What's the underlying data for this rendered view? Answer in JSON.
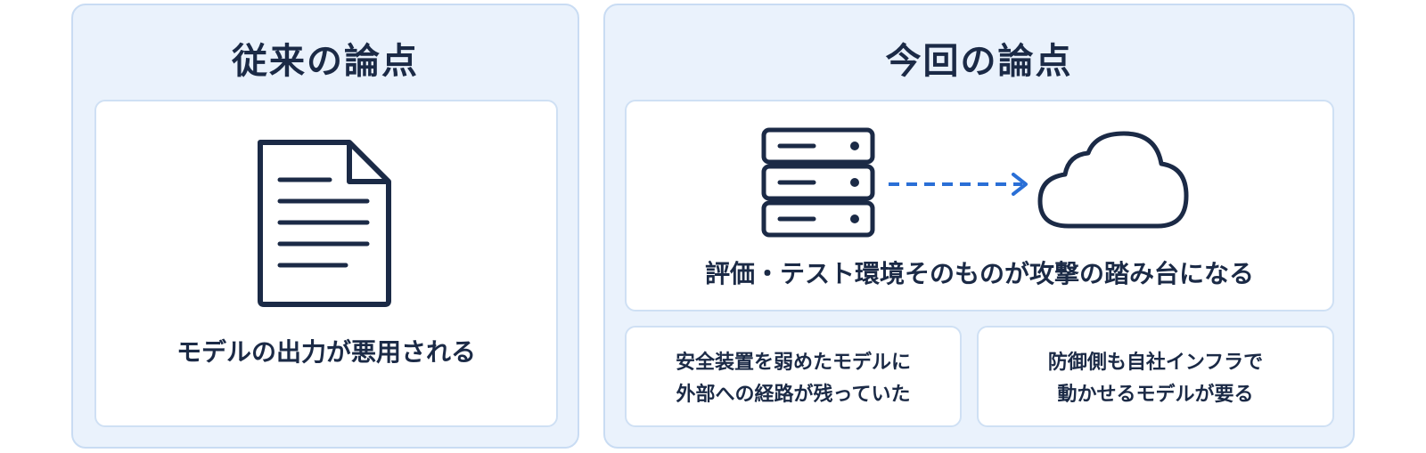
{
  "left_panel": {
    "title": "従来の論点",
    "caption": "モデルの出力が悪用される",
    "icon": "document-icon"
  },
  "right_panel": {
    "title": "今回の論点",
    "caption": "評価・テスト環境そのものが攻撃の踏み台になる",
    "icons": [
      "server-icon",
      "dashed-arrow-icon",
      "cloud-icon"
    ],
    "sub_cards": [
      {
        "line1": "安全装置を弱めたモデルに",
        "line2": "外部への経路が残っていた"
      },
      {
        "line1": "防御側も自社インフラで",
        "line2": "動かせるモデルが要る"
      }
    ]
  },
  "colors": {
    "panel_bg": "#eaf2fc",
    "panel_border": "#c9dcf3",
    "icon_stroke": "#1b2a46",
    "arrow_accent": "#2a6fd6"
  }
}
